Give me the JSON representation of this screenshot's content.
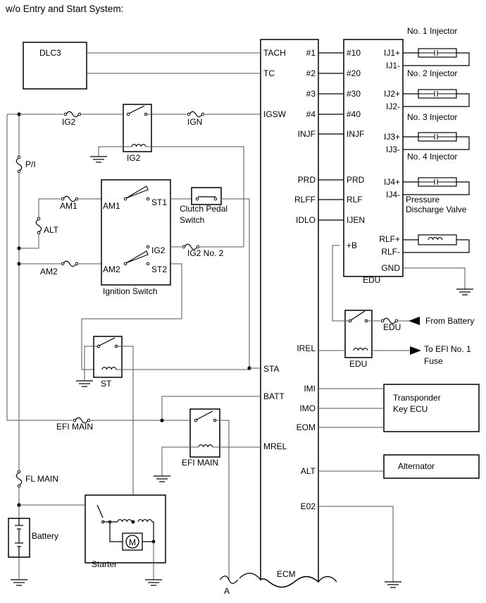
{
  "title": "w/o Entry and Start System:",
  "components": {
    "dlc3": "DLC3",
    "ignition_switch": "Ignition Switch",
    "clutch_pedal_switch": [
      "Clutch Pedal",
      "Switch"
    ],
    "ig2_relay": "IG2",
    "st_relay": "ST",
    "efi_main_relay": "EFI MAIN",
    "edu_relay": "EDU",
    "edu": "EDU",
    "ecm": "ECM",
    "transponder_key_ecu": [
      "Transponder",
      "Key ECU"
    ],
    "alternator": "Alternator",
    "battery": "Battery",
    "starter": "Starter",
    "motor": "M",
    "connector_a": "A"
  },
  "fuses": {
    "ig2": "IG2",
    "ign": "IGN",
    "pi": "P/I",
    "am1": "AM1",
    "alt": "ALT",
    "am2": "AM2",
    "ig2_no2": "IG2 No. 2",
    "efi_main": "EFI MAIN",
    "fl_main": "FL MAIN",
    "edu": "EDU"
  },
  "ignition_switch_terminals": {
    "am1": "AM1",
    "st1": "ST1",
    "ig2": "IG2",
    "am2": "AM2",
    "st2": "ST2"
  },
  "ecm_terminals": [
    "TACH",
    "TC",
    "IGSW",
    "STA",
    "BATT",
    "MREL",
    "IREL",
    "IMI",
    "IMO",
    "EOM",
    "ALT",
    "E02"
  ],
  "ecm_edu_terminals": [
    "#1",
    "#2",
    "#3",
    "#4",
    "INJF",
    "PRD",
    "RLFF",
    "IDLO"
  ],
  "edu_left_terminals": [
    "#10",
    "#20",
    "#30",
    "#40",
    "INJF",
    "PRD",
    "RLF",
    "IJEN",
    "+B"
  ],
  "edu_right_terminals": [
    "IJ1+",
    "IJ1-",
    "IJ2+",
    "IJ2-",
    "IJ3+",
    "IJ3-",
    "IJ4+",
    "IJ4-",
    "RLF+",
    "RLF-",
    "GND"
  ],
  "injectors": [
    "No. 1 Injector",
    "No. 2 Injector",
    "No. 3 Injector",
    "No. 4 Injector"
  ],
  "pressure_discharge_valve": [
    "Pressure",
    "Discharge Valve"
  ],
  "from_battery": "From Battery",
  "to_efi_no1_fuse": [
    "To EFI No. 1",
    "Fuse"
  ]
}
